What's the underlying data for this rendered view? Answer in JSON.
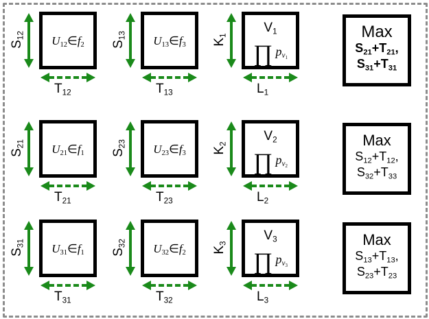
{
  "colors": {
    "arrow": "#1a8a1a",
    "frame": "#8c8c8c",
    "box": "#000000"
  },
  "rows": [
    {
      "cells": [
        {
          "side": "S12",
          "bottom": "T12",
          "math": "U12∈f2"
        },
        {
          "side": "S13",
          "bottom": "T13",
          "math": "U13∈f3"
        }
      ],
      "v": {
        "side": "K1",
        "bottom": "L1",
        "label": "V1",
        "prod": "∏ pv1"
      },
      "max": {
        "title": "Max",
        "line1": "S21+T21,",
        "line2": "S31+T31"
      }
    },
    {
      "cells": [
        {
          "side": "S21",
          "bottom": "T21",
          "math": "U21∈f1"
        },
        {
          "side": "S23",
          "bottom": "T23",
          "math": "U23∈f3"
        }
      ],
      "v": {
        "side": "K2",
        "bottom": "L2",
        "label": "V2",
        "prod": "∏ pv2"
      },
      "max": {
        "title": "Max",
        "line1": "S12+T12,",
        "line2": "S32+T33"
      }
    },
    {
      "cells": [
        {
          "side": "S31",
          "bottom": "T31",
          "math": "U31∈f1"
        },
        {
          "side": "S32",
          "bottom": "T32",
          "math": "U32∈f2"
        }
      ],
      "v": {
        "side": "K3",
        "bottom": "L3",
        "label": "V3",
        "prod": "∏ pv3"
      },
      "max": {
        "title": "Max",
        "line1": "S13+T13,",
        "line2": "S23+T23"
      }
    }
  ]
}
